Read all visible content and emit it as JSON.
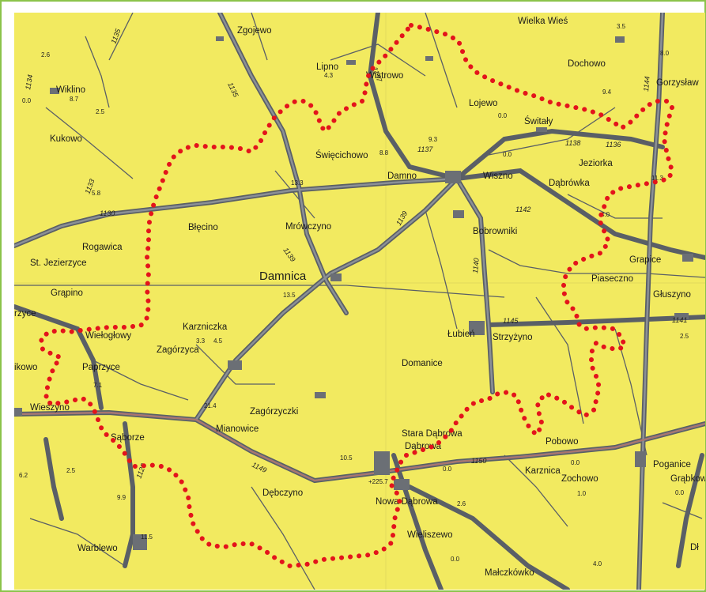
{
  "colors": {
    "map_background": "#f6ee62",
    "road": "#5a5f66",
    "route": "#e3141b",
    "frame": "#8bc34a"
  },
  "places": [
    "Zgojewo",
    "Lipno",
    "Wielka Wieś",
    "Dochowo",
    "Gorzysław",
    "Wiklino",
    "Wistrowo",
    "Lojewo",
    "Świtały",
    "Kukowo",
    "Święcichowo",
    "Damno",
    "Wiszno",
    "Dąbrówka",
    "Jeziorka",
    "Mrówczyno",
    "Błęcino",
    "Bobrowniki",
    "Rogawica",
    "St. Jezierzyce",
    "Grapice",
    "Damnica",
    "Piaseczno",
    "Głuszyno",
    "Grąpino",
    "Karzniczka",
    "Łubień",
    "Strzyżyno",
    "Wiełogłowy",
    "Zagórzyca",
    "Domanice",
    "Paprzyce",
    "Zagórzyczki",
    "Mianowice",
    "Wieszyno",
    "Sąborze",
    "Stara Dąbrowa",
    "Dąbrowa",
    "Pobowo",
    "Karznica",
    "Zochowo",
    "Poganice",
    "Grąbkowo",
    "Dębczyno",
    "Nowa Dąbrowa",
    "Warblewo",
    "Wieliszewo",
    "Małczkówko",
    "Dł",
    "ikowo",
    "rzyce"
  ],
  "road_numbers": [
    "1135",
    "1133",
    "1130",
    "1135",
    "1137",
    "1136",
    "1138",
    "1139",
    "1141",
    "1142",
    "1140",
    "1144",
    "1145",
    "1149",
    "1150",
    "1137",
    "1134",
    "1120",
    "1139"
  ],
  "distances": [
    "2.6",
    "0.0",
    "8.7",
    "2.5",
    "4.3",
    "3.5",
    "8.0",
    "9.4",
    "0.0",
    "9.3",
    "8.8",
    "0.0",
    "13.3",
    "5.8",
    "4.0",
    "11.3",
    "13.5",
    "3.3",
    "4.5",
    "2.5",
    "7.1",
    "21.4",
    "10.5",
    "+225.7",
    "0.0",
    "2.6",
    "6.2",
    "2.5",
    "9.9",
    "11.5",
    "0.0",
    "1.0",
    "0.0",
    "4.0",
    "0.0"
  ]
}
